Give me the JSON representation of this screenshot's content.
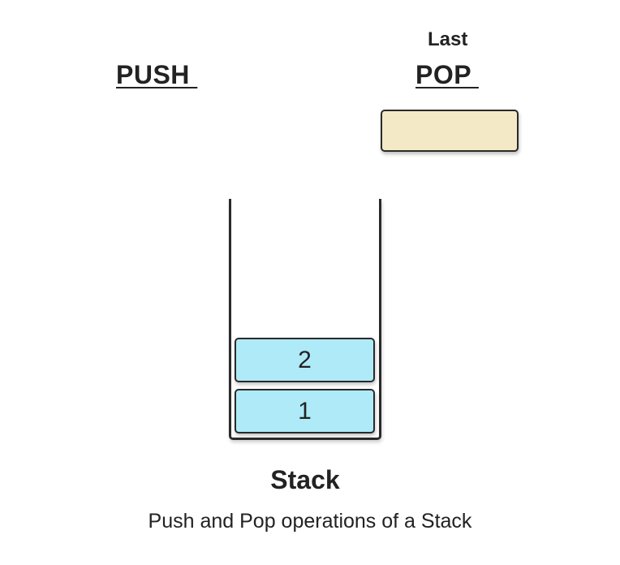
{
  "labels": {
    "push": "PUSH ",
    "last": "Last",
    "pop": "POP "
  },
  "stack": {
    "items": [
      "2",
      "1"
    ],
    "title": "Stack"
  },
  "caption": "Push and Pop operations of a Stack",
  "colors": {
    "stack_item_fill": "#aeeaf7",
    "popped_box_fill": "#f3e9c6",
    "outline": "#2a2a2a"
  }
}
